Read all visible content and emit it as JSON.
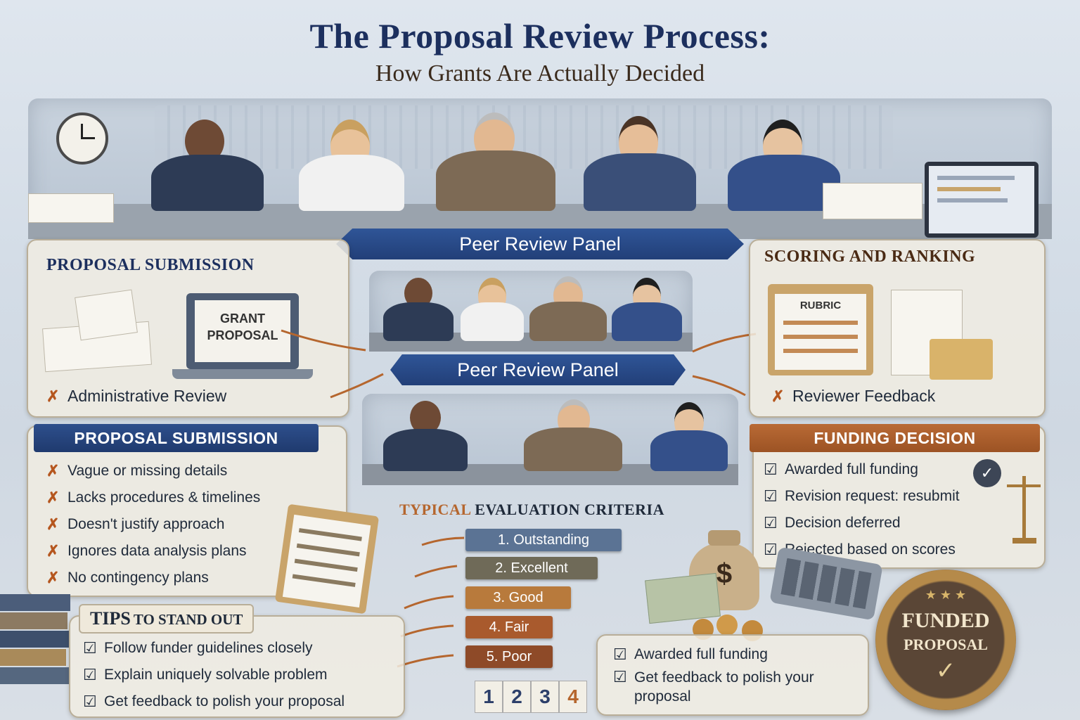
{
  "header": {
    "title": "The Proposal Review Process:",
    "subtitle": "How Grants Are Actually Decided"
  },
  "banners": {
    "top": "Peer Review Panel",
    "middle": "Peer Review Panel"
  },
  "left": {
    "top_heading": "Proposal Submission",
    "laptop_text": "GRANT PROPOSAL",
    "admin_review": "Administrative Review",
    "tag": "Proposal Submission",
    "issues": [
      "Vague or missing details",
      "Lacks procedures & timelines",
      "Doesn't justify approach",
      "Ignores data analysis plans",
      "No contingency plans"
    ]
  },
  "right": {
    "top_heading": "Scoring and Ranking",
    "rubric_label": "RUBRIC",
    "reviewer_feedback": "Reviewer Feedback",
    "tag": "Funding Decision",
    "decisions": [
      "Awarded full funding",
      "Revision request: resubmit",
      "Decision deferred",
      "Rejected based on scores"
    ]
  },
  "criteria": {
    "heading_a": "Typical",
    "heading_b": "Evaluation Criteria",
    "ratings": [
      {
        "label": "1. Outstanding",
        "color": "#5b7394"
      },
      {
        "label": "2. Excellent",
        "color": "#6f6a58"
      },
      {
        "label": "3. Good",
        "color": "#b87a3c"
      },
      {
        "label": "4. Fair",
        "color": "#a95a2d"
      },
      {
        "label": "5. Poor",
        "color": "#8e4a28"
      }
    ],
    "cards": [
      "1",
      "2",
      "3",
      "4"
    ]
  },
  "tips": {
    "heading_a": "Tips",
    "heading_b": "to Stand Out",
    "items": [
      "Follow funder guidelines closely",
      "Explain uniquely solvable problem",
      "Get feedback to polish your proposal"
    ]
  },
  "bottom_right": {
    "items": [
      "Awarded full funding",
      "Get feedback to polish your proposal"
    ]
  },
  "seal": {
    "line1": "FUNDED",
    "line2": "PROPOSAL"
  }
}
